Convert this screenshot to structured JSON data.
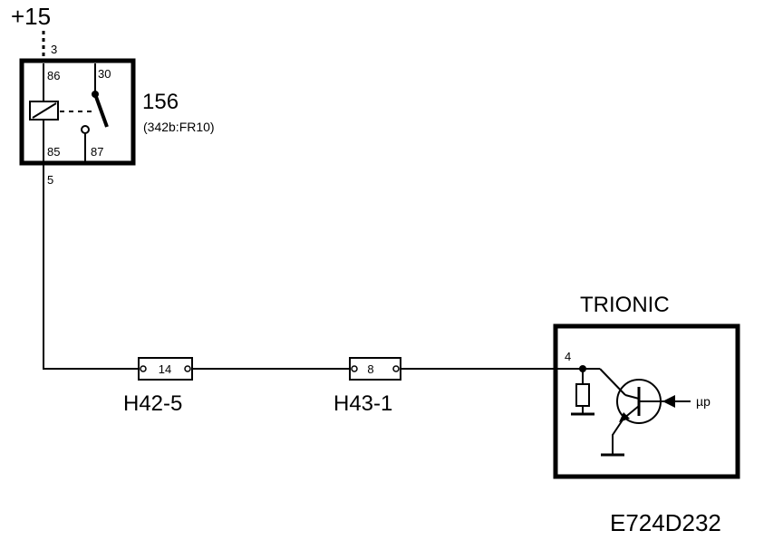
{
  "supply_label": "+15",
  "relay": {
    "number": "156",
    "ref": "(342b:FR10)",
    "pin_86": "86",
    "pin_30": "30",
    "pin_85": "85",
    "pin_87": "87",
    "wire_in": "3",
    "wire_out": "5"
  },
  "connectors": [
    {
      "pin": "14",
      "label": "H42-5"
    },
    {
      "pin": "8",
      "label": "H43-1"
    }
  ],
  "ecu": {
    "title": "TRIONIC",
    "pin": "4",
    "micro_label": "µp"
  },
  "diagram_code": "E724D232"
}
